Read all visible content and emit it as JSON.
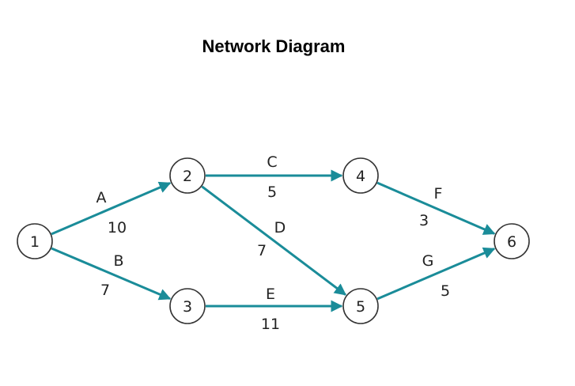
{
  "title": "Network Diagram",
  "colors": {
    "edge": "#1a8c99",
    "node_stroke": "#333333",
    "text": "#222222"
  },
  "nodes": [
    {
      "id": "1",
      "label": "1"
    },
    {
      "id": "2",
      "label": "2"
    },
    {
      "id": "3",
      "label": "3"
    },
    {
      "id": "4",
      "label": "4"
    },
    {
      "id": "5",
      "label": "5"
    },
    {
      "id": "6",
      "label": "6"
    }
  ],
  "edges": [
    {
      "from": "1",
      "to": "2",
      "activity": "A",
      "duration": "10"
    },
    {
      "from": "1",
      "to": "3",
      "activity": "B",
      "duration": "7"
    },
    {
      "from": "2",
      "to": "4",
      "activity": "C",
      "duration": "5"
    },
    {
      "from": "2",
      "to": "5",
      "activity": "D",
      "duration": "7"
    },
    {
      "from": "3",
      "to": "5",
      "activity": "E",
      "duration": "11"
    },
    {
      "from": "4",
      "to": "6",
      "activity": "F",
      "duration": "3"
    },
    {
      "from": "5",
      "to": "6",
      "activity": "G",
      "duration": "5"
    }
  ]
}
